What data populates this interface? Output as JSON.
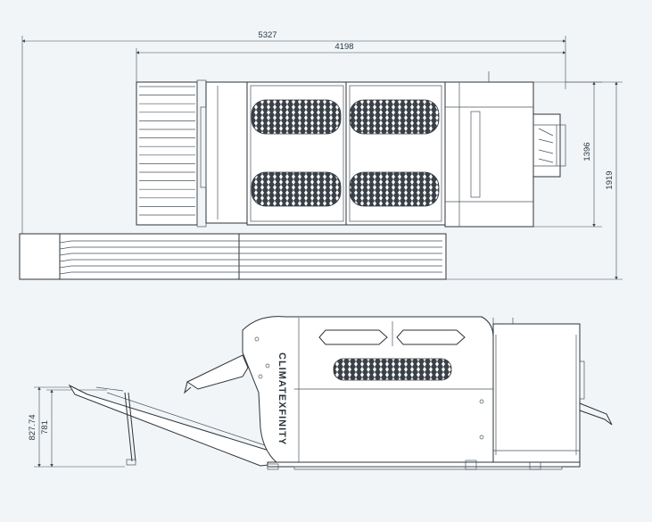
{
  "drawing": {
    "dimensions": {
      "overall_length": "5327",
      "frame_length": "4198",
      "body_width": "1396",
      "overall_width": "1919",
      "outfeed_height": "827.74",
      "infeed_height": "781"
    },
    "brand_text": "CLIMATEXFINITY"
  }
}
